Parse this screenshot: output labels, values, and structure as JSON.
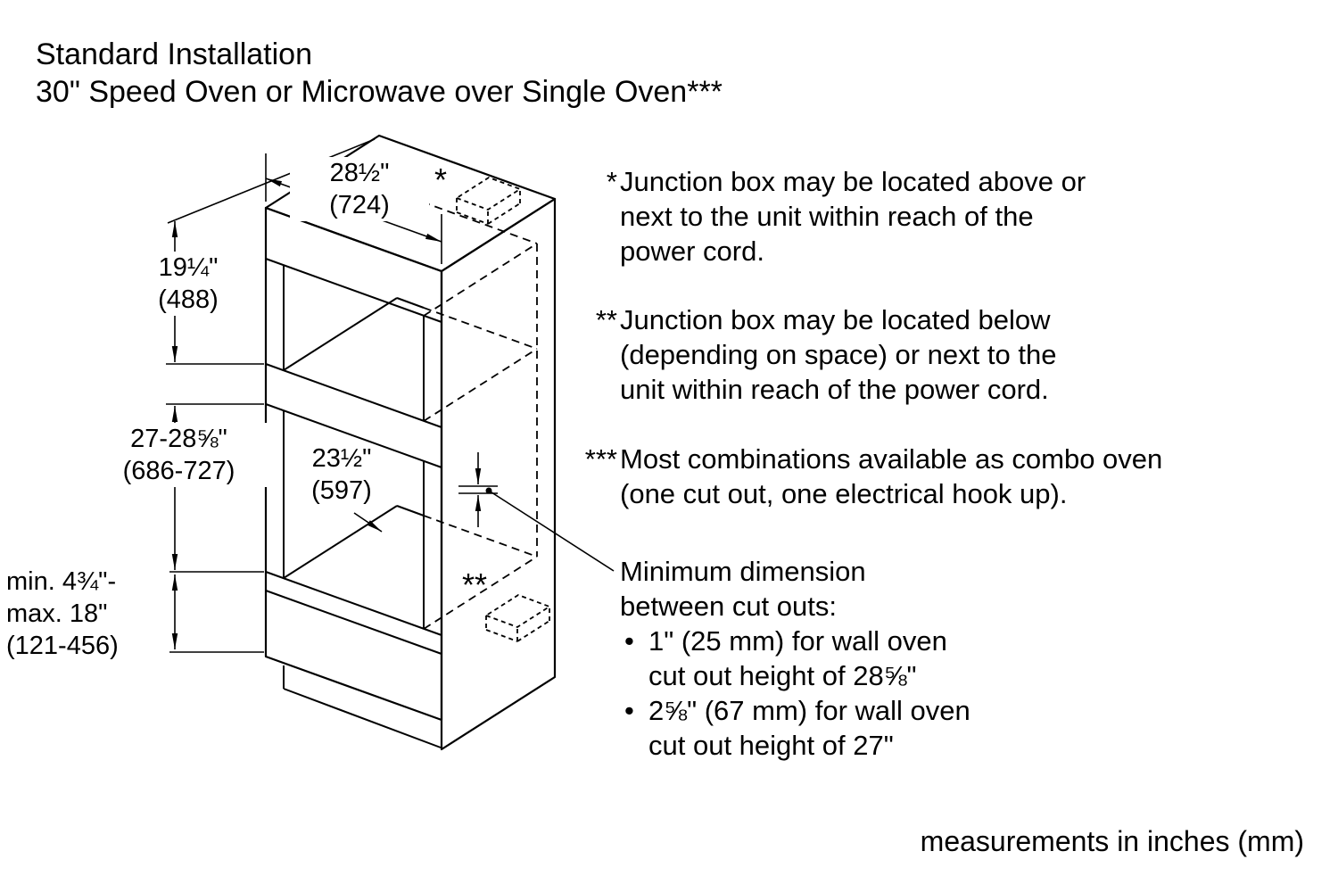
{
  "title": {
    "line1": "Standard Installation",
    "line2": "30\" Speed Oven or Microwave over Single Oven***"
  },
  "diagram": {
    "dim_top_width": {
      "value": "28½\"",
      "mm": "(724)"
    },
    "dim_upper_height": {
      "value": "19¼\"",
      "mm": "(488)"
    },
    "dim_lower_height": {
      "value": "27-28⅝\"",
      "mm": "(686-727)"
    },
    "dim_inner_depth": {
      "value": "23½\"",
      "mm": "(597)"
    },
    "dim_bottom_range": {
      "line1": "min. 4¾\"-",
      "line2": "max. 18\"",
      "mm": "(121-456)"
    },
    "marker_top": "*",
    "marker_bottom": "**"
  },
  "notes": [
    {
      "marker": "*",
      "text": "Junction box may be located above or\nnext to the unit within reach of the\npower cord."
    },
    {
      "marker": "**",
      "text": "Junction box may be located below\n(depending on space) or next to the\nunit within reach of the power cord."
    },
    {
      "marker": "***",
      "text": "Most combinations available as combo oven\n(one cut out, one electrical hook up)."
    }
  ],
  "min_dimension": {
    "heading": "Minimum dimension\nbetween cut outs:",
    "bullet_char": "•",
    "bullets": [
      "1\" (25 mm) for wall oven\ncut out height of 28⅝\"",
      "2⅝\" (67 mm) for wall oven\ncut out height of 27\""
    ]
  },
  "footer": "measurements in inches (mm)",
  "colors": {
    "background": "#ffffff",
    "line": "#000000",
    "text": "#000000"
  }
}
